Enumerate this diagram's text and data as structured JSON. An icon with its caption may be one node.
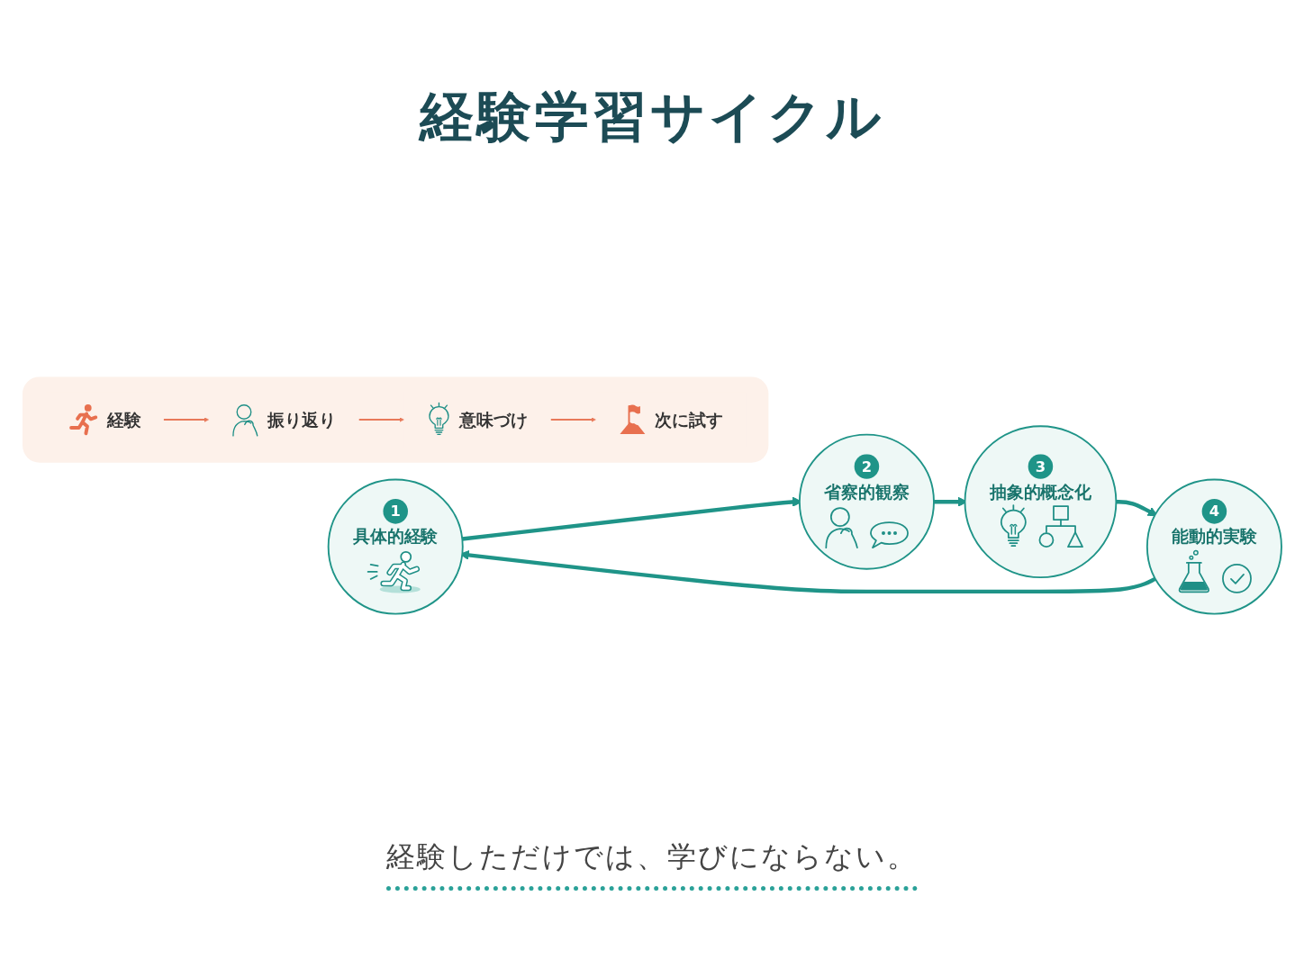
{
  "diagram": {
    "title": "経験学習サイクル",
    "caption": "経験しただけでは、学びにならない。",
    "nodes": [
      {
        "text": [
          "1",
          "具体的経験"
        ]
      },
      {
        "text": [
          "2",
          "省察的観察"
        ]
      },
      {
        "text": [
          "3",
          "抽象的概念化"
        ]
      },
      {
        "text": [
          "4",
          "能動的実験"
        ]
      },
      {
        "text": [],
        "shape": "box"
      },
      {
        "text": [
          "経験"
        ],
        "in": 4
      },
      {
        "text": [
          "振り返り"
        ],
        "in": 4
      },
      {
        "text": [
          "意味づけ"
        ],
        "in": 4
      },
      {
        "text": [
          "次に試す"
        ],
        "in": 4
      }
    ],
    "edges": [
      {
        "from": 0,
        "to": 1,
        "arrow": "to"
      },
      {
        "from": 1,
        "to": 2,
        "arrow": "to"
      },
      {
        "from": 2,
        "to": 3,
        "arrow": "to"
      },
      {
        "from": 3,
        "to": 0,
        "arrow": "to"
      },
      {
        "from": 5,
        "to": 6,
        "arrow": "to",
        "color": "#e8795a"
      },
      {
        "from": 6,
        "to": 7,
        "arrow": "to",
        "color": "#e8795a"
      },
      {
        "from": 7,
        "to": 8,
        "arrow": "to",
        "color": "#e8795a"
      }
    ]
  }
}
